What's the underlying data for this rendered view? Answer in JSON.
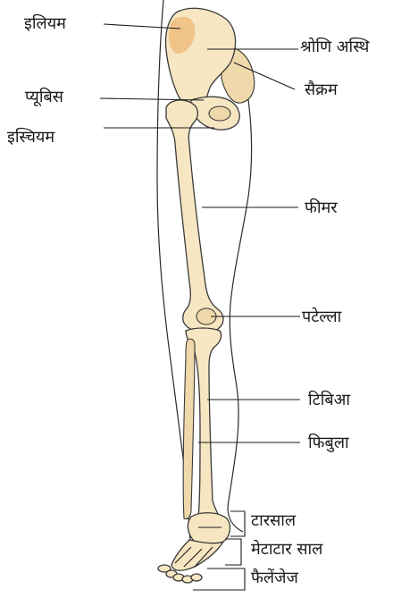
{
  "labels": {
    "ilium": "इलियम",
    "pelvis": "श्रोणि अस्थि",
    "sacrum": "सैक्रम",
    "pubis": "प्यूबिस",
    "ischium": "इस्चियम",
    "femur": "फीमर",
    "patella": "पटेल्ला",
    "tibia": "टिबिआ",
    "fibula": "फिबुला",
    "tarsals": "टारसाल",
    "metatarsals": "मेटाटार साल",
    "phalanges": "फैलेंजेज"
  },
  "colors": {
    "bone": "#f6e6c2",
    "bone_shade": "#efd8aa",
    "ilium_shade": "#f0c488",
    "outline": "#3a3a3a"
  }
}
